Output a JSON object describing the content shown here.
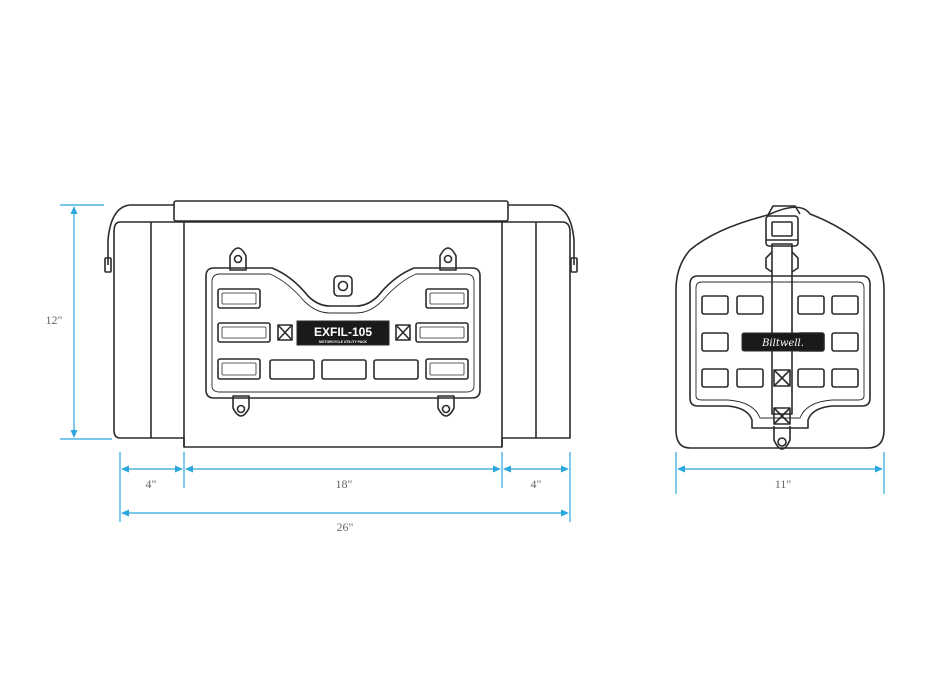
{
  "colors": {
    "background": "#ffffff",
    "outline": "#2b2b2b",
    "dimension_line": "#2aa7dc",
    "dimension_text": "#666666",
    "label_fill": "#1a1a1a"
  },
  "front_view": {
    "height_label": "12\"",
    "left_end_width_label": "4\"",
    "center_width_label": "18\"",
    "right_end_width_label": "4\"",
    "overall_width_label": "26\"",
    "brand_label": "EXFIL-105",
    "brand_sublabel": "MOTORCYCLE UTILITY PACK"
  },
  "side_view": {
    "depth_label": "11\"",
    "logo_label": "Biltwell."
  }
}
